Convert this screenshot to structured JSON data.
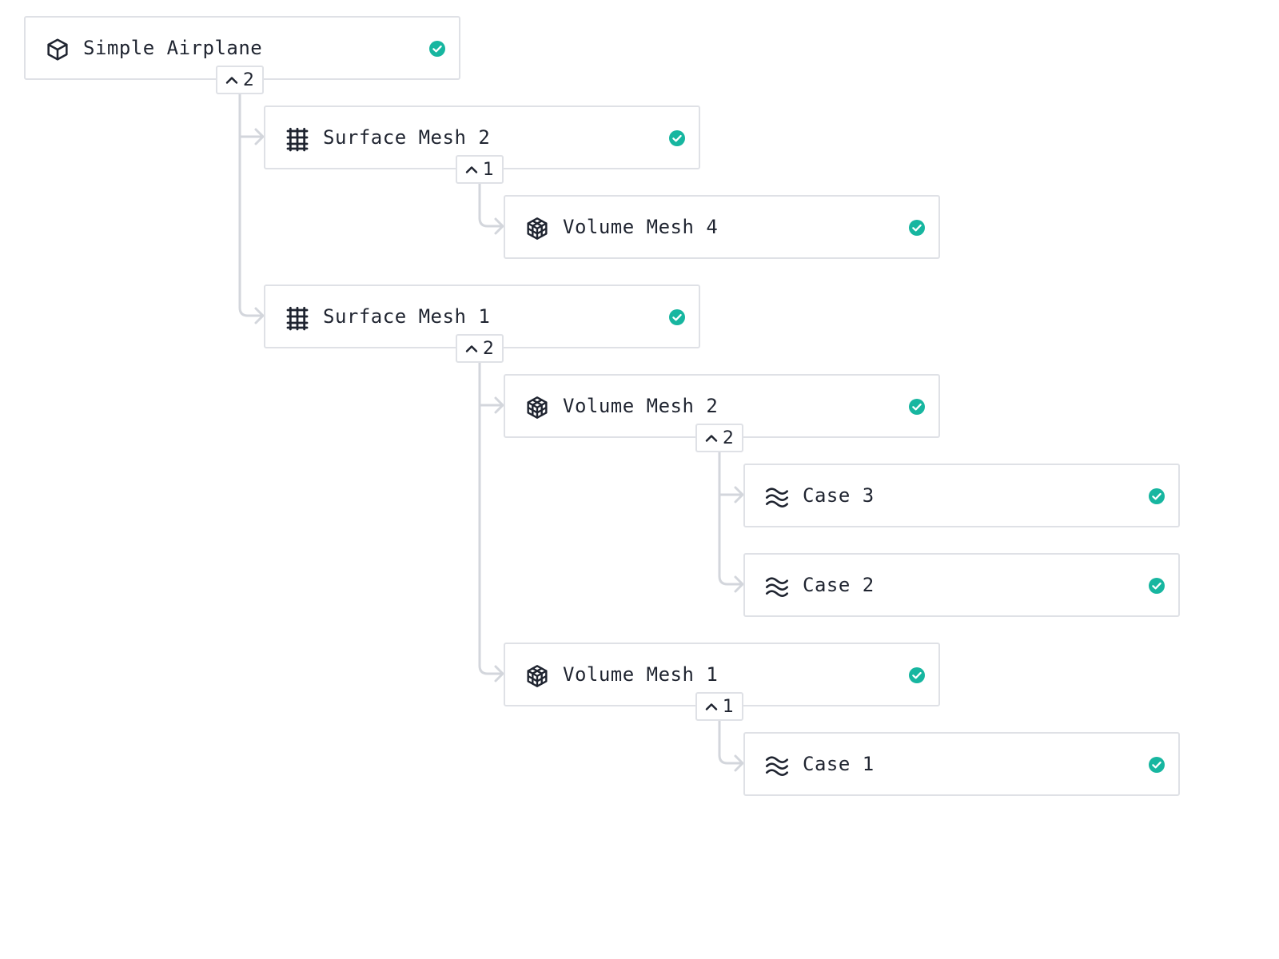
{
  "colors": {
    "status_ok": "#17b6a0",
    "connector": "#d3d6dc",
    "border": "#dfe1e6",
    "text": "#1f2430"
  },
  "nodes": [
    {
      "label": "Simple Airplane",
      "icon": "cube-icon",
      "status": "check-circle-icon",
      "child_count": "2"
    },
    {
      "label": "Surface Mesh 2",
      "icon": "grid-icon",
      "status": "check-circle-icon",
      "child_count": "1"
    },
    {
      "label": "Volume Mesh 4",
      "icon": "mesh-cube-icon",
      "status": "check-circle-icon"
    },
    {
      "label": "Surface Mesh 1",
      "icon": "grid-icon",
      "status": "check-circle-icon",
      "child_count": "2"
    },
    {
      "label": "Volume Mesh 2",
      "icon": "mesh-cube-icon",
      "status": "check-circle-icon",
      "child_count": "2"
    },
    {
      "label": "Case 3",
      "icon": "waves-icon",
      "status": "check-circle-icon"
    },
    {
      "label": "Case 2",
      "icon": "waves-icon",
      "status": "check-circle-icon"
    },
    {
      "label": "Volume Mesh 1",
      "icon": "mesh-cube-icon",
      "status": "check-circle-icon",
      "child_count": "1"
    },
    {
      "label": "Case 1",
      "icon": "waves-icon",
      "status": "check-circle-icon"
    }
  ]
}
